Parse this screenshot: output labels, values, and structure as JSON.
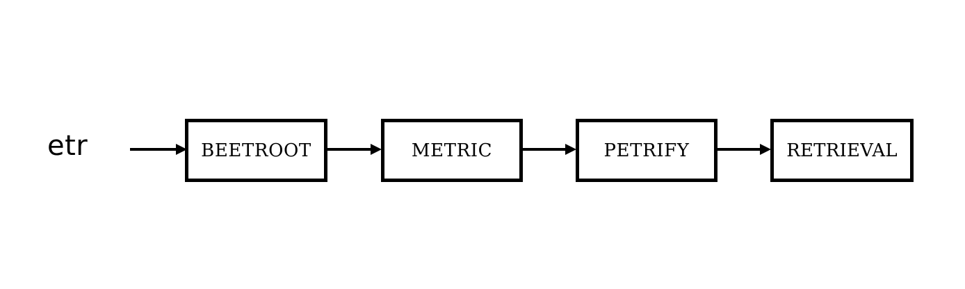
{
  "diagram": {
    "type": "flow-pipeline",
    "orientation": "left-to-right",
    "background_color": "#ffffff",
    "stroke_color": "#000000",
    "source": {
      "label": "etr"
    },
    "nodes": [
      {
        "id": "beetroot",
        "label": "BEETROOT"
      },
      {
        "id": "metric",
        "label": "METRIC"
      },
      {
        "id": "petrify",
        "label": "PETRIFY"
      },
      {
        "id": "retrieval",
        "label": "RETRIEVAL"
      }
    ],
    "edges": [
      {
        "id": "e0",
        "from": "etr",
        "to": "beetroot",
        "label": ""
      },
      {
        "id": "e1",
        "from": "beetroot",
        "to": "metric",
        "label": ""
      },
      {
        "id": "e2",
        "from": "metric",
        "to": "petrify",
        "label": ""
      },
      {
        "id": "e3",
        "from": "petrify",
        "to": "retrieval",
        "label": ""
      }
    ]
  }
}
